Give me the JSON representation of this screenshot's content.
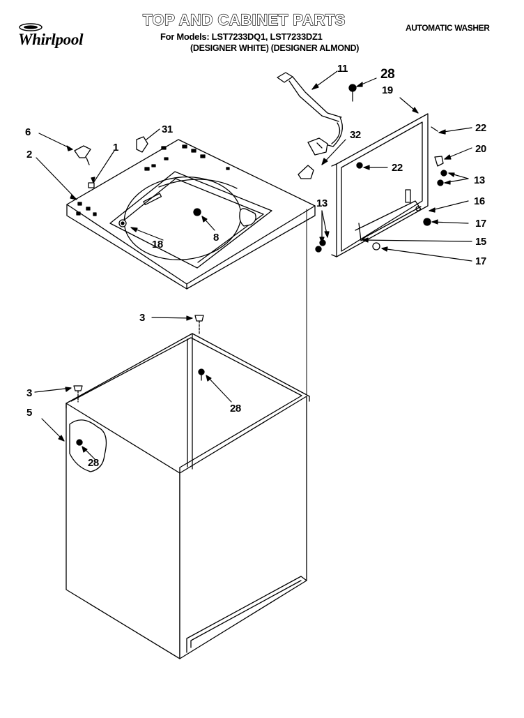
{
  "header": {
    "title": "TOP AND CABINET PARTS",
    "models": "For Models: LST7233DQ1, LST7233DZ1",
    "variants": "(DESIGNER WHITE) (DESIGNER ALMOND)",
    "product": "AUTOMATIC WASHER",
    "brand": "Whirlpool"
  },
  "callouts": [
    "11",
    "28",
    "19",
    "6",
    "31",
    "1",
    "2",
    "32",
    "22",
    "22",
    "20",
    "13",
    "13",
    "16",
    "17",
    "15",
    "17",
    "18",
    "8",
    "3",
    "3",
    "5",
    "28",
    "28"
  ]
}
